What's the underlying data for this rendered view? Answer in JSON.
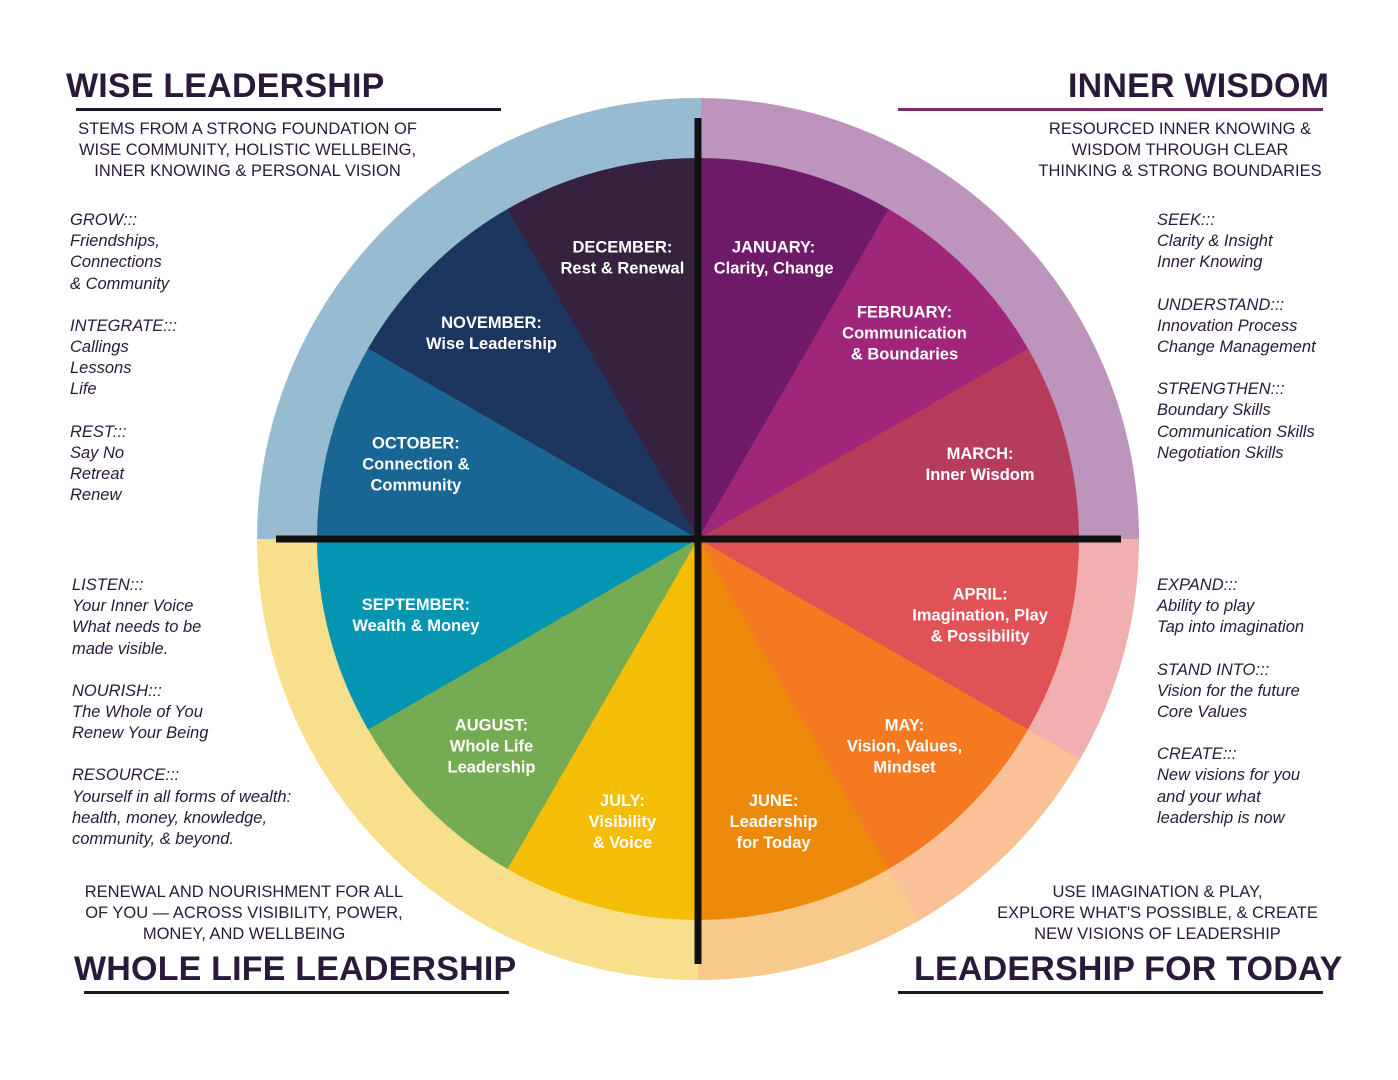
{
  "quadrants": {
    "wise_leadership": {
      "title": "WISE LEADERSHIP",
      "description": "STEMS FROM A STRONG FOUNDATION OF\nWISE COMMUNITY, HOLISTIC WELLBEING,\nINNER KNOWING & PERSONAL VISION",
      "notes": [
        {
          "label": "GROW:::",
          "items": [
            "Friendships,",
            "Connections",
            "& Community"
          ]
        },
        {
          "label": "INTEGRATE:::",
          "items": [
            "Callings",
            "Lessons",
            "Life"
          ]
        },
        {
          "label": "REST:::",
          "items": [
            "Say No",
            "Retreat",
            "Renew"
          ]
        }
      ]
    },
    "inner_wisdom": {
      "title": "INNER WISDOM",
      "description": "RESOURCED INNER KNOWING &\nWISDOM THROUGH CLEAR\nTHINKING & STRONG BOUNDARIES",
      "notes": [
        {
          "label": "SEEK:::",
          "items": [
            "Clarity & Insight",
            "Inner Knowing"
          ]
        },
        {
          "label": "UNDERSTAND:::",
          "items": [
            "Innovation Process",
            "Change Management"
          ]
        },
        {
          "label": "STRENGTHEN:::",
          "items": [
            "Boundary Skills",
            "Communication Skills",
            "Negotiation Skills"
          ]
        }
      ]
    },
    "whole_life_leadership": {
      "title": "WHOLE LIFE LEADERSHIP",
      "description": "RENEWAL AND NOURISHMENT FOR ALL\nOF YOU — ACROSS VISIBILITY, POWER,\nMONEY, AND WELLBEING",
      "notes": [
        {
          "label": "LISTEN:::",
          "items": [
            "Your Inner Voice",
            "What needs to be",
            "made visible."
          ]
        },
        {
          "label": "NOURISH:::",
          "items": [
            "The Whole of You",
            "Renew Your Being"
          ]
        },
        {
          "label": "RESOURCE:::",
          "items": [
            "Yourself in all forms of wealth:",
            "health, money, knowledge,",
            "community, & beyond."
          ]
        }
      ]
    },
    "leadership_for_today": {
      "title": "LEADERSHIP FOR TODAY",
      "description": "USE IMAGINATION & PLAY,\nEXPLORE WHAT'S POSSIBLE, & CREATE\nNEW VISIONS OF LEADERSHIP",
      "notes": [
        {
          "label": "EXPAND:::",
          "items": [
            "Ability to play",
            "Tap into imagination"
          ]
        },
        {
          "label": "STAND INTO:::",
          "items": [
            "Vision for the future",
            "Core Values"
          ]
        },
        {
          "label": "CREATE:::",
          "items": [
            "New visions for you",
            "and your what",
            "leadership is now"
          ]
        }
      ]
    }
  },
  "months": [
    {
      "name": "JANUARY:",
      "lines": [
        "Clarity, Change"
      ],
      "color": "#6e1a68"
    },
    {
      "name": "FEBRUARY:",
      "lines": [
        "Communication",
        "& Boundaries"
      ],
      "color": "#a0267a"
    },
    {
      "name": "MARCH:",
      "lines": [
        "Inner Wisdom"
      ],
      "color": "#b63c5c"
    },
    {
      "name": "APRIL:",
      "lines": [
        "Imagination, Play",
        "& Possibility"
      ],
      "color": "#e05255"
    },
    {
      "name": "MAY:",
      "lines": [
        "Vision, Values,",
        "Mindset"
      ],
      "color": "#f47920"
    },
    {
      "name": "JUNE:",
      "lines": [
        "Leadership",
        "for Today"
      ],
      "color": "#ee8a0b"
    },
    {
      "name": "JULY:",
      "lines": [
        "Visibility",
        "& Voice"
      ],
      "color": "#f5be06"
    },
    {
      "name": "AUGUST:",
      "lines": [
        "Whole Life",
        "Leadership"
      ],
      "color": "#75ab52"
    },
    {
      "name": "SEPTEMBER:",
      "lines": [
        "Wealth & Money"
      ],
      "color": "#0495b2"
    },
    {
      "name": "OCTOBER:",
      "lines": [
        "Connection &",
        "Community"
      ],
      "color": "#196694"
    },
    {
      "name": "NOVEMBER:",
      "lines": [
        "Wise Leadership"
      ],
      "color": "#1d365f"
    },
    {
      "name": "DECEMBER:",
      "lines": [
        "Rest & Renewal"
      ],
      "color": "#36213f"
    }
  ],
  "outer_ring_colors": [
    "#bd94bb",
    "#bd94bb",
    "#bd94bb",
    "#f2afaf",
    "#f9c195",
    "#f7ca8c",
    "#f8df8c",
    "#f8df8c",
    "#f8df8c",
    "#97bbd0",
    "#97bbd0",
    "#97bbd0"
  ],
  "colors": {
    "text": "#2a1a3a",
    "divider": "#111111",
    "rule_dark": "#1a1a2a",
    "rule_purple": "#7a2a72"
  }
}
